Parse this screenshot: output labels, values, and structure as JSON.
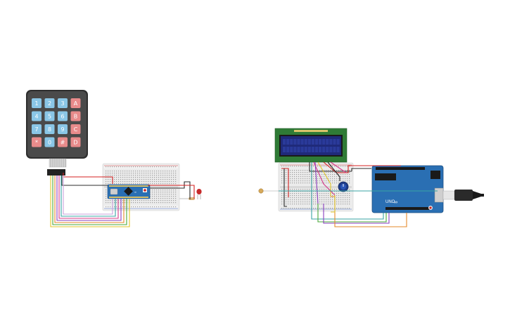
{
  "keypad": {
    "keys": [
      [
        "1",
        "2",
        "3",
        "A"
      ],
      [
        "4",
        "5",
        "6",
        "B"
      ],
      [
        "7",
        "8",
        "9",
        "C"
      ],
      [
        "*",
        "0",
        "#",
        "D"
      ]
    ],
    "colors": {
      "body": "#3b3b3b",
      "digit": "#8ac6e6",
      "letter": "#e88b8b"
    }
  },
  "arduino_uno": {
    "label": "UNO",
    "color": "#2a6fb3"
  },
  "arduino_micro": {
    "color": "#2a6fb3"
  },
  "lcd": {
    "frame": "#2f7b36",
    "screen": "#1f2a7a"
  },
  "wire_colors": {
    "black": "#2b2b2b",
    "red": "#d42020",
    "yellow": "#e2c62a",
    "green": "#4aa83a",
    "purple": "#8a3fbf",
    "orange": "#e58a2a",
    "teal": "#3aa4a4",
    "pink": "#d63a8a"
  }
}
